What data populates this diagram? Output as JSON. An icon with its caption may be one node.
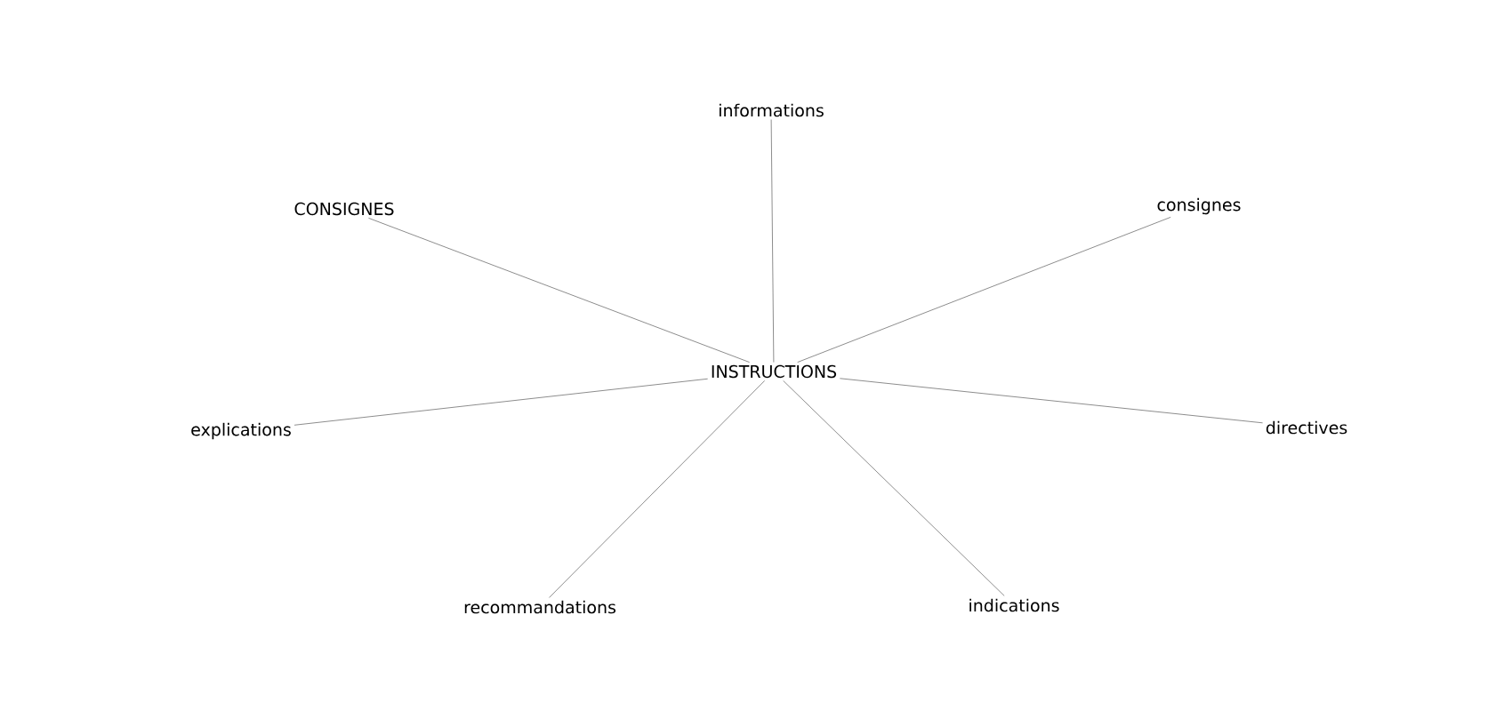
{
  "diagram": {
    "nodes": [
      {
        "text": [
          "INSTRUCTIONS"
        ]
      },
      {
        "text": [
          "informations"
        ]
      },
      {
        "text": [
          "CONSIGNES"
        ]
      },
      {
        "text": [
          "consignes"
        ]
      },
      {
        "text": [
          "explications"
        ]
      },
      {
        "text": [
          "directives"
        ]
      },
      {
        "text": [
          "recommandations"
        ]
      },
      {
        "text": [
          "indications"
        ]
      }
    ],
    "edges": [
      {
        "from": 0,
        "to": 1,
        "arrow": "none"
      },
      {
        "from": 0,
        "to": 2,
        "arrow": "none"
      },
      {
        "from": 0,
        "to": 3,
        "arrow": "none"
      },
      {
        "from": 0,
        "to": 4,
        "arrow": "none"
      },
      {
        "from": 0,
        "to": 5,
        "arrow": "none"
      },
      {
        "from": 0,
        "to": 6,
        "arrow": "none"
      },
      {
        "from": 0,
        "to": 7,
        "arrow": "none"
      }
    ]
  }
}
